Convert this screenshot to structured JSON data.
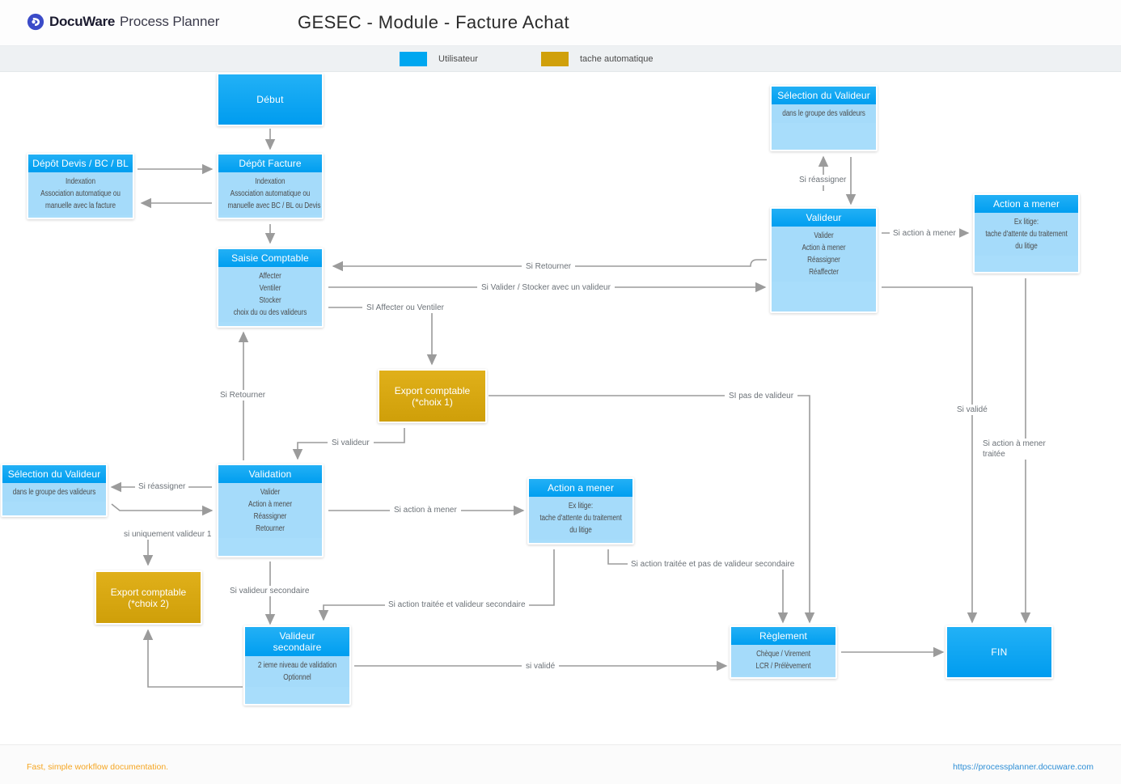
{
  "header": {
    "brand_bold": "DocuWare",
    "brand_light": "Process Planner",
    "logo_icon": "docuware-circle-icon",
    "title": "GESEC - Module - Facture Achat"
  },
  "legend": {
    "items": [
      {
        "label": "Utilisateur",
        "color": "#00a7f0"
      },
      {
        "label": "tache automatique",
        "color": "#d0a00b"
      }
    ]
  },
  "nodes": [
    {
      "id": "debut",
      "type": "user-solid",
      "title": "Début",
      "body": ""
    },
    {
      "id": "depot-devis",
      "type": "user",
      "title": "Dépôt Devis / BC / BL",
      "body": "Indexation\nAssociation automatique ou manuelle avec la facture"
    },
    {
      "id": "depot-facture",
      "type": "user",
      "title": "Dépôt Facture",
      "body": "Indexation\nAssociation automatique ou manuelle avec BC / BL ou Devis"
    },
    {
      "id": "saisie-comptable",
      "type": "user",
      "title": "Saisie Comptable",
      "body": "Affecter\nVentiler\nStocker\nchoix du ou des valideurs"
    },
    {
      "id": "selection-valideur-haut",
      "type": "user",
      "title": "Sélection du Valideur",
      "body": "dans le groupe des valideurs"
    },
    {
      "id": "valideur",
      "type": "user",
      "title": "Valideur",
      "body": "Valider\nAction à mener\nRéassigner\nRéaffecter"
    },
    {
      "id": "action-mener-haut",
      "type": "user",
      "title": "Action a mener",
      "body": "Ex litige:\ntache d'attente du traitement du litige"
    },
    {
      "id": "export-choix1",
      "type": "auto",
      "title": "Export comptable (*choix 1)",
      "body": ""
    },
    {
      "id": "selection-valideur-bas",
      "type": "user",
      "title": "Sélection du Valideur",
      "body": "dans le groupe des valideurs"
    },
    {
      "id": "validation",
      "type": "user",
      "title": "Validation",
      "body": "Valider\nAction à mener\nRéassigner\nRetourner"
    },
    {
      "id": "action-mener-bas",
      "type": "user",
      "title": "Action a mener",
      "body": "Ex litige:\ntache d'attente du traitement du litige"
    },
    {
      "id": "export-choix2",
      "type": "auto",
      "title": "Export comptable (*choix 2)",
      "body": ""
    },
    {
      "id": "valideur-secondaire",
      "type": "user",
      "title": "Valideur secondaire",
      "body": "2 ieme niveau de validation\nOptionnel"
    },
    {
      "id": "reglement",
      "type": "user",
      "title": "Règlement",
      "body": "Chèque / Virement\nLCR / Prélèvement"
    },
    {
      "id": "fin",
      "type": "user-solid",
      "title": "FIN",
      "body": ""
    }
  ],
  "node_text": {
    "debut_title": "Début",
    "depot_devis_title": "Dépôt Devis / BC / BL",
    "depot_devis_l1": "Indexation",
    "depot_devis_l2": "Association automatique ou",
    "depot_devis_l3": "manuelle avec la facture",
    "depot_facture_title": "Dépôt Facture",
    "depot_facture_l1": "Indexation",
    "depot_facture_l2": "Association automatique ou",
    "depot_facture_l3": "manuelle avec BC / BL ou Devis",
    "saisie_title": "Saisie Comptable",
    "saisie_l1": "Affecter",
    "saisie_l2": "Ventiler",
    "saisie_l3": "Stocker",
    "saisie_l4": "choix du ou des valideurs",
    "selvalid_haut_title": "Sélection du Valideur",
    "selvalid_haut_l1": "dans le groupe des valideurs",
    "valideur_title": "Valideur",
    "valideur_l1": "Valider",
    "valideur_l2": "Action à mener",
    "valideur_l3": "Réassigner",
    "valideur_l4": "Réaffecter",
    "action_haut_title": "Action a mener",
    "action_haut_l1": "Ex litige:",
    "action_haut_l2": "tache d'attente du traitement",
    "action_haut_l3": "du litige",
    "export1_l1": "Export comptable",
    "export1_l2": "(*choix 1)",
    "selvalid_bas_title": "Sélection du Valideur",
    "selvalid_bas_l1": "dans le groupe des valideurs",
    "validation_title": "Validation",
    "validation_l1": "Valider",
    "validation_l2": "Action à mener",
    "validation_l3": "Réassigner",
    "validation_l4": "Retourner",
    "action_bas_title": "Action a mener",
    "action_bas_l1": "Ex litige:",
    "action_bas_l2": "tache d'attente du traitement",
    "action_bas_l3": "du litige",
    "export2_l1": "Export comptable",
    "export2_l2": "(*choix 2)",
    "valsec_title_l1": "Valideur",
    "valsec_title_l2": "secondaire",
    "valsec_l1": "2 ieme niveau de validation",
    "valsec_l2": "Optionnel",
    "reglement_title": "Règlement",
    "reglement_l1": "Chèque / Virement",
    "reglement_l2": "LCR / Prélèvement",
    "fin_title": "FIN"
  },
  "edge_labels": {
    "si_retourner_top": "Si Retourner",
    "si_valider_stocker": "Si Valider / Stocker avec un valideur",
    "si_affecter_ventiler": "SI Affecter ou Ventiler",
    "si_reassigner_haut": "Si réassigner",
    "si_action_a_mener_haut": "Si action à mener",
    "si_pas_de_valideur": "SI pas de valideur",
    "si_valideur": "Si valideur",
    "si_retourner_gauche": "Si Retourner",
    "si_reassigner_bas": "Si réassigner",
    "si_uniquement_valideur": "si uniquement valideur 1",
    "si_action_a_mener_bas": "Si action à mener",
    "si_action_traitee_pas_sec": "Si action traitée et pas de valideur secondaire",
    "si_action_traitee_et_sec": "Si action traitée et valideur secondaire",
    "si_valideur_secondaire": "Si valideur secondaire",
    "si_valide_bas": "si validé",
    "si_valide_droite": "Si validé",
    "si_action_mener_traitee_l1": "Si action à mener",
    "si_action_mener_traitee_l2": "traitée"
  },
  "footer": {
    "left": "Fast, simple workflow documentation.",
    "right": "https://processplanner.docuware.com"
  }
}
